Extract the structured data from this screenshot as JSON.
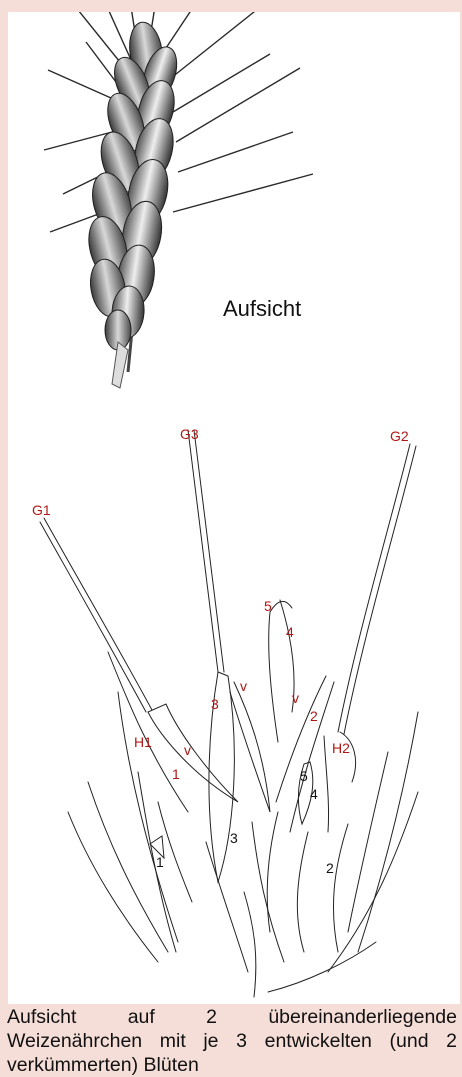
{
  "photo": {
    "label": "Aufsicht"
  },
  "drawing": {
    "red_labels": {
      "g1": "G1",
      "g2": "G2",
      "g3": "G3",
      "h1": "H1",
      "h2": "H2",
      "v1": "v",
      "v2": "v",
      "v3": "v",
      "n1": "1",
      "n2": "2",
      "n3": "3",
      "n4": "4",
      "n5": "5"
    },
    "black_labels": {
      "n1": "1",
      "n2": "2",
      "n3": "3",
      "n4": "4",
      "n5": "5"
    }
  },
  "caption": {
    "text": "Aufsicht auf 2 übereinanderliegende Weizenährchen mit je 3 entwickelten (und 2 verkümmerten) Blüten"
  },
  "colors": {
    "background": "#f5ded8",
    "panel": "#ffffff",
    "annotation_red": "#b01818"
  }
}
